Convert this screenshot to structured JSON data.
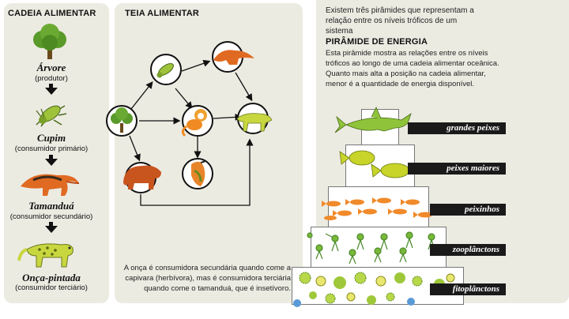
{
  "left_panel": {
    "title": "CADEIA ALIMENTAR",
    "chain": [
      {
        "name": "Árvore",
        "role": "(produtor)"
      },
      {
        "name": "Cupim",
        "role": "(consumidor primário)"
      },
      {
        "name": "Tamanduá",
        "role": "(consumidor secundário)"
      },
      {
        "name": "Onça-pintada",
        "role": "(consumidor terciário)"
      }
    ]
  },
  "web_panel": {
    "title": "TEIA ALIMENTAR",
    "note": "A onça é consumidora secundária quando come a capivara (herbívora), mas é consumidora terciária quando come o tamanduá, que é insetívoro."
  },
  "right_panel": {
    "intro": "Existem três pirâmides que representam a relação entre os níveis tróficos de um sistema",
    "pyramid_title": "PIRÂMIDE DE ENERGIA",
    "pyramid_text": "Esta pirâmide mostra as relações entre os níveis tróficos ao longo de uma cadeia alimentar oceânica. Quanto mais alta a posição na cadeia alimentar, menor é a quantidade de energia disponível.",
    "levels": [
      "grandes peixes",
      "peixes maiores",
      "peixinhos",
      "zooplânctons",
      "fitoplânctons"
    ]
  },
  "colors": {
    "panel": "#ecebe2",
    "tree": "#5a9a2a",
    "fish": "#c8d42a",
    "small_fish": "#f08a2a",
    "anteater": "#e06a22",
    "jaguar": "#c8d640",
    "capybara": "#c8541e",
    "plankton": "#8ab832",
    "label_bg": "#1a1a1a"
  }
}
